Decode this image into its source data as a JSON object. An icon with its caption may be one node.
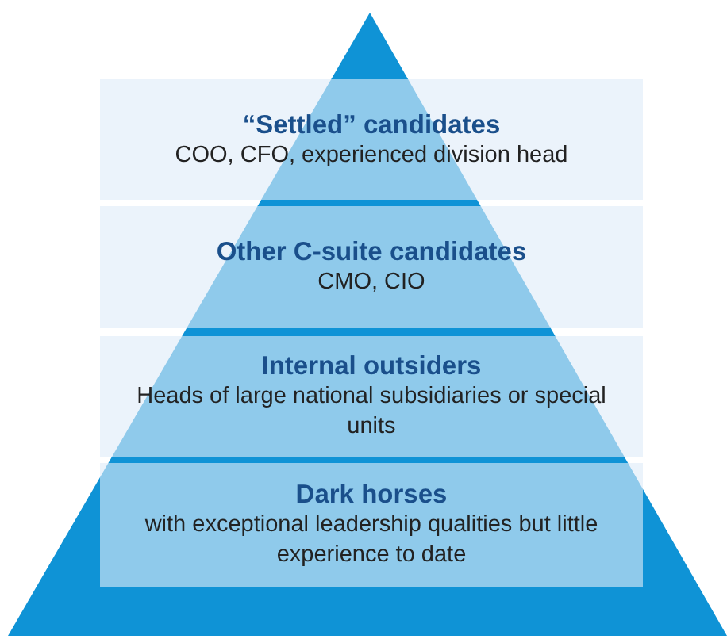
{
  "diagram": {
    "nodes": [
      {
        "text": [
          "“Settled” candidates",
          "COO, CFO, experienced division head"
        ]
      },
      {
        "text": [
          "Other C-suite candidates",
          "CMO, CIO"
        ]
      },
      {
        "text": [
          "Internal outsiders",
          "Heads of large national subsidiaries or special units"
        ]
      },
      {
        "text": [
          "Dark horses",
          "with exceptional leadership qualities but little experience to date"
        ]
      }
    ]
  }
}
